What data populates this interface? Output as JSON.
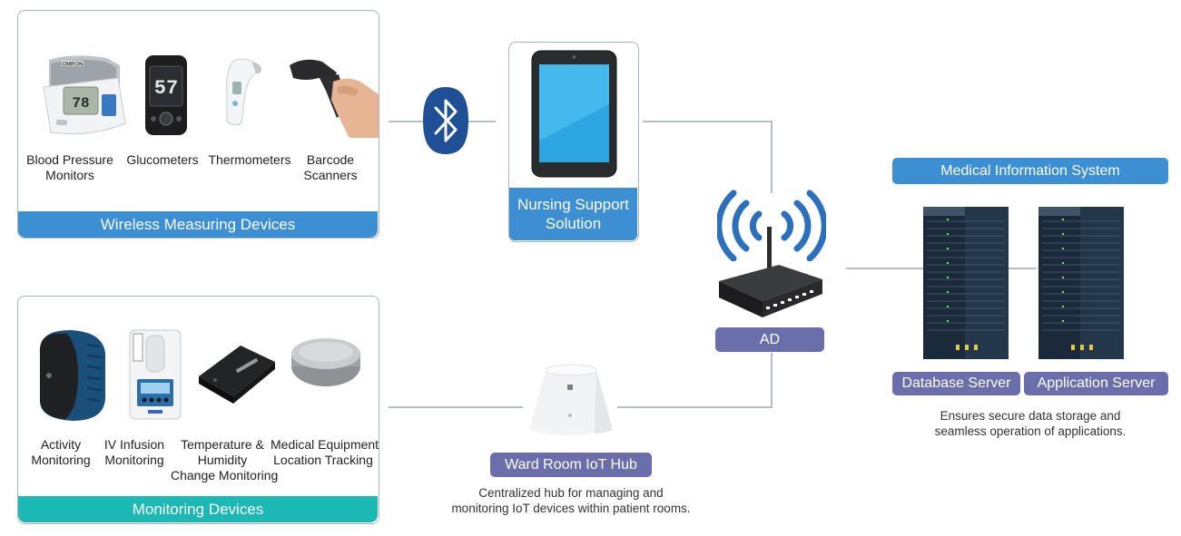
{
  "wireless_panel": {
    "title": "Wireless Measuring Devices",
    "devices": [
      {
        "label_lines": [
          "Blood Pressure",
          "Monitors"
        ]
      },
      {
        "label_lines": [
          "Glucometers"
        ]
      },
      {
        "label_lines": [
          "Thermometers"
        ]
      },
      {
        "label_lines": [
          "Barcode",
          "Scanners"
        ]
      }
    ],
    "bp_brand": "OMRON",
    "bp_reading": "78",
    "gluco_reading": "57"
  },
  "monitoring_panel": {
    "title": "Monitoring Devices",
    "devices": [
      {
        "label_lines": [
          "Activity",
          "Monitoring"
        ]
      },
      {
        "label_lines": [
          "IV Infusion",
          "Monitoring"
        ]
      },
      {
        "label_lines": [
          "Temperature &",
          "Humidity",
          "Change Monitoring"
        ]
      },
      {
        "label_lines": [
          "Medical Equipment",
          "Location Tracking"
        ]
      }
    ]
  },
  "nursing": {
    "title_lines": [
      "Nursing Support",
      "Solution"
    ]
  },
  "ap": {
    "label": "AD"
  },
  "hub": {
    "label": "Ward Room IoT Hub",
    "desc_lines": [
      "Centralized hub for managing and",
      "monitoring IoT devices within patient rooms."
    ]
  },
  "mis": {
    "label": "Medical Information System"
  },
  "servers": {
    "db_label": "Database Server",
    "app_label": "Application Server",
    "desc_lines": [
      "Ensures secure data storage and",
      "seamless operation of applications."
    ]
  },
  "colors": {
    "blue": "#3d8fd4",
    "teal": "#1bb8b4",
    "purple": "#6a6eab",
    "bluetooth": "#1f4f94"
  }
}
